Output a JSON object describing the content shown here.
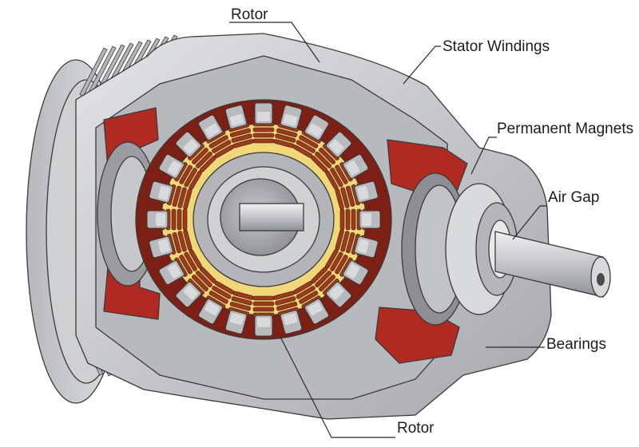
{
  "labels": {
    "rotor_top": "Rotor",
    "stator_windings": "Stator Windings",
    "permanent_magnets": "Permanent Magnets",
    "air_gap": "Air Gap",
    "bearings": "Bearings",
    "rotor_bottom": "Rotor"
  },
  "colors": {
    "housing": "#c9cacc",
    "housing_dark": "#a9aaad",
    "copper": "#9a3a1e",
    "magnet_red": "#b02a22",
    "stator_yellow": "#efd77a",
    "shaft": "#d2d3d5",
    "edge": "#3a3a3a"
  },
  "slot_count": 24
}
